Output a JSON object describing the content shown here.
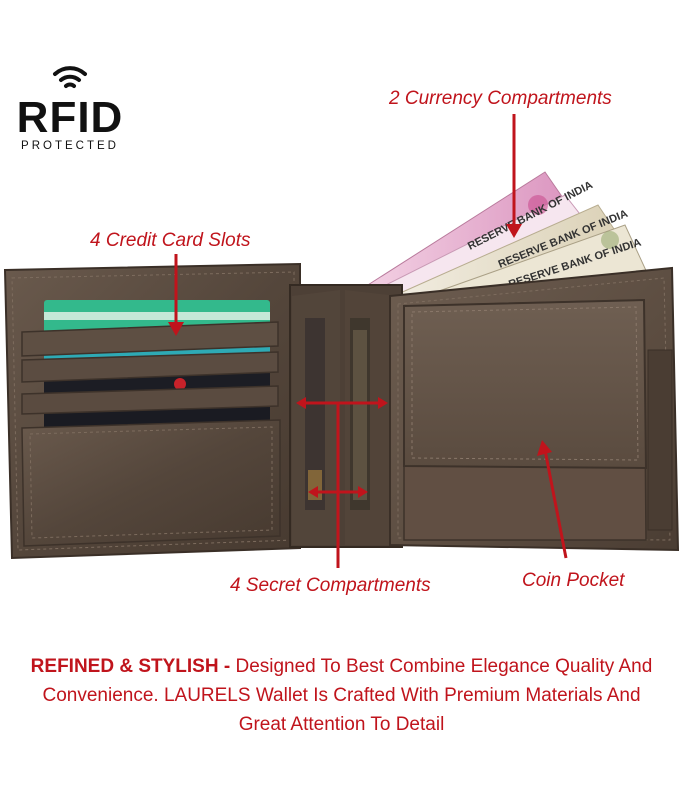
{
  "badge": {
    "title": "RFID",
    "subtitle": "PROTECTED",
    "icon": "wifi-signal-icon"
  },
  "labels": {
    "currency": "2 Currency Compartments",
    "cards": "4 Credit Card Slots",
    "secret": "4 Secret Compartments",
    "coin": "Coin Pocket"
  },
  "notes": {
    "bank_text": "RESERVE BANK OF INDIA"
  },
  "caption": {
    "lead": "REFINED & STYLISH - ",
    "body": "Designed To Best Combine Elegance Quality And Convenience. LAURELS Wallet Is Crafted With Premium Materials And Great Attention To Detail"
  },
  "colors": {
    "accent": "#c0141c",
    "leather": "#5a4a3e",
    "background": "#ffffff"
  }
}
